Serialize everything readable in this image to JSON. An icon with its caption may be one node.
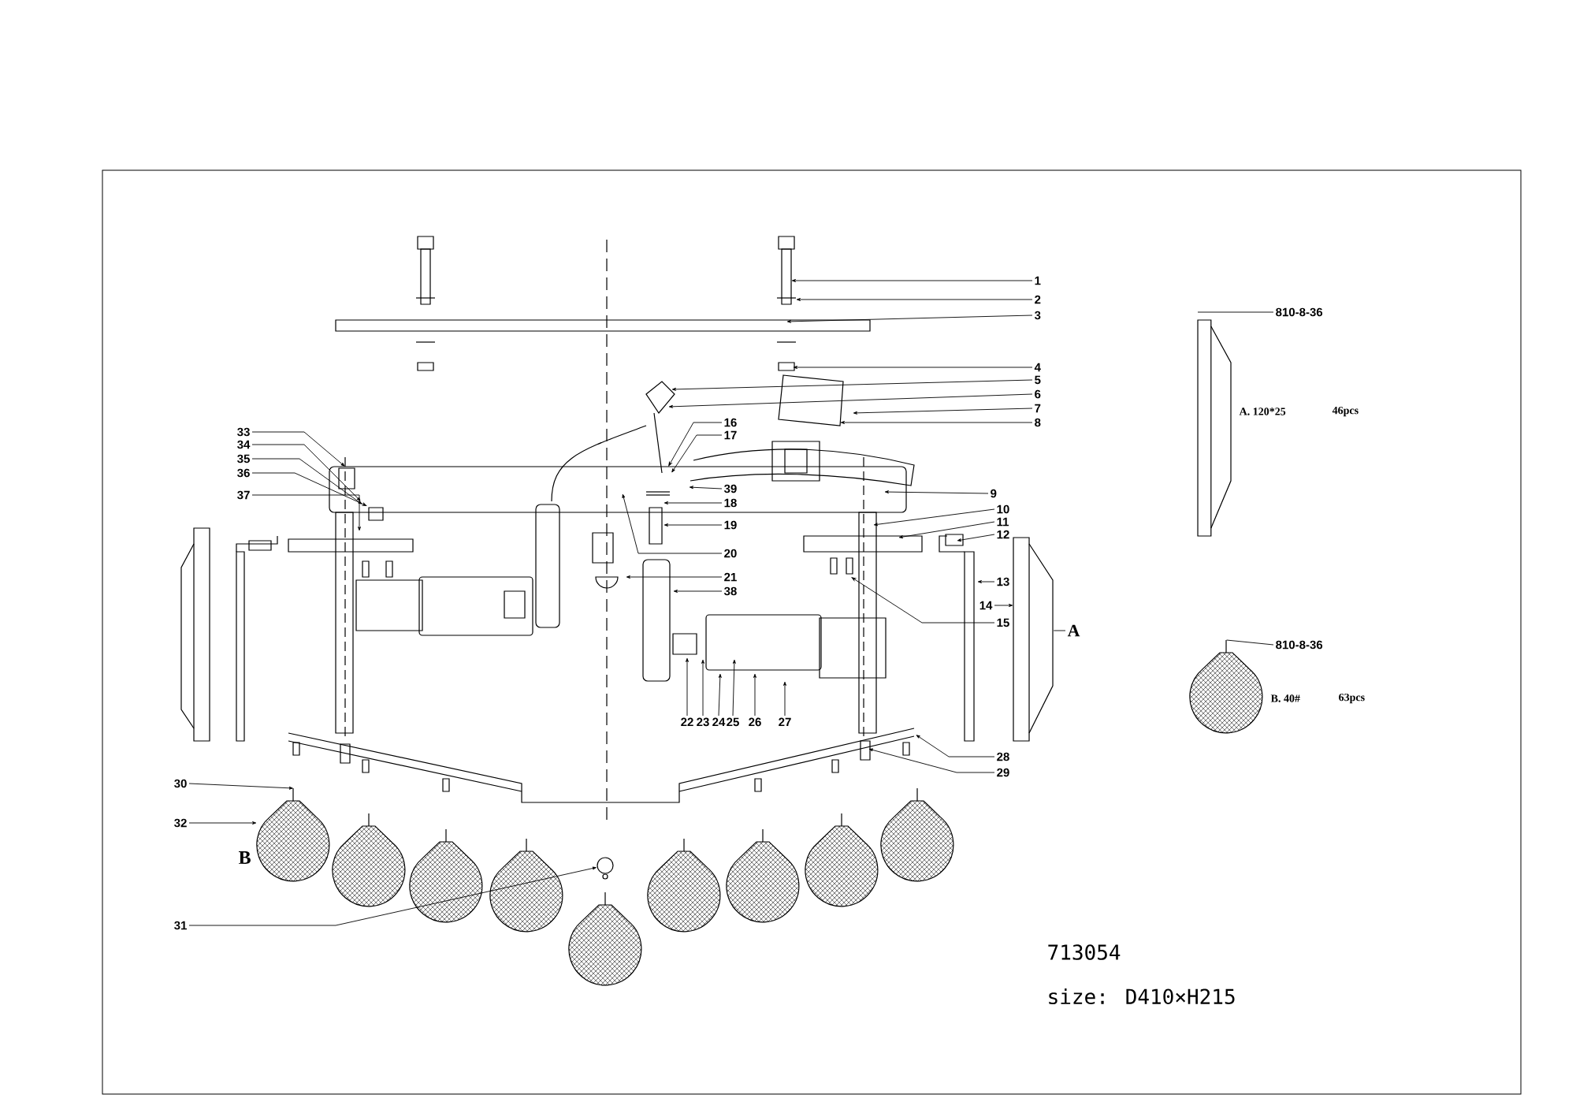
{
  "diagram": {
    "nodes": [
      {
        "text": [
          "1"
        ]
      },
      {
        "text": [
          "2"
        ]
      },
      {
        "text": [
          "3"
        ]
      },
      {
        "text": [
          "4"
        ]
      },
      {
        "text": [
          "5"
        ]
      },
      {
        "text": [
          "6"
        ]
      },
      {
        "text": [
          "7"
        ]
      },
      {
        "text": [
          "8"
        ]
      },
      {
        "text": [
          "9"
        ]
      },
      {
        "text": [
          "10"
        ]
      },
      {
        "text": [
          "11"
        ]
      },
      {
        "text": [
          "12"
        ]
      },
      {
        "text": [
          "13"
        ]
      },
      {
        "text": [
          "14"
        ]
      },
      {
        "text": [
          "15"
        ]
      },
      {
        "text": [
          "16"
        ]
      },
      {
        "text": [
          "17"
        ]
      },
      {
        "text": [
          "18"
        ]
      },
      {
        "text": [
          "19"
        ]
      },
      {
        "text": [
          "20"
        ]
      },
      {
        "text": [
          "21"
        ]
      },
      {
        "text": [
          "22"
        ]
      },
      {
        "text": [
          "23"
        ]
      },
      {
        "text": [
          "24"
        ]
      },
      {
        "text": [
          "25"
        ]
      },
      {
        "text": [
          "26"
        ]
      },
      {
        "text": [
          "27"
        ]
      },
      {
        "text": [
          "28"
        ]
      },
      {
        "text": [
          "29"
        ]
      },
      {
        "text": [
          "30"
        ]
      },
      {
        "text": [
          "31"
        ]
      },
      {
        "text": [
          "32"
        ]
      },
      {
        "text": [
          "33"
        ]
      },
      {
        "text": [
          "34"
        ]
      },
      {
        "text": [
          "35"
        ]
      },
      {
        "text": [
          "36"
        ]
      },
      {
        "text": [
          "37"
        ]
      },
      {
        "text": [
          "38"
        ]
      },
      {
        "text": [
          "39"
        ]
      },
      {
        "text": [
          "A"
        ]
      },
      {
        "text": [
          "810-8-36"
        ]
      },
      {
        "text": [
          "810-8-36"
        ]
      },
      {
        "text": [],
        "shape": "picture"
      },
      {
        "text": [],
        "shape": "picture"
      },
      {
        "text": [],
        "shape": "picture"
      },
      {
        "text": [],
        "shape": "picture"
      },
      {
        "text": [],
        "shape": "picture"
      },
      {
        "text": [],
        "shape": "picture"
      },
      {
        "text": [],
        "shape": "picture"
      },
      {
        "text": [],
        "shape": "picture"
      },
      {
        "text": [],
        "shape": "picture"
      },
      {
        "text": [],
        "shape": "picture"
      },
      {
        "text": [],
        "shape": "circle"
      },
      {
        "text": [],
        "shape": "picture"
      },
      {
        "text": [],
        "shape": "picture"
      }
    ],
    "edges": [
      {
        "from": 0,
        "to": null,
        "arrow": "to"
      },
      {
        "from": 1,
        "to": null,
        "arrow": "to"
      },
      {
        "from": 2,
        "to": null,
        "arrow": "to"
      },
      {
        "from": 3,
        "to": null,
        "arrow": "to"
      },
      {
        "from": 4,
        "to": null,
        "arrow": "to"
      },
      {
        "from": 5,
        "to": null,
        "arrow": "to"
      },
      {
        "from": 6,
        "to": null,
        "arrow": "to"
      },
      {
        "from": 7,
        "to": null,
        "arrow": "to"
      },
      {
        "from": 8,
        "to": null,
        "arrow": "to"
      },
      {
        "from": 9,
        "to": null,
        "arrow": "to"
      },
      {
        "from": 10,
        "to": null,
        "arrow": "to"
      },
      {
        "from": 11,
        "to": null,
        "arrow": "to"
      },
      {
        "from": 12,
        "to": null,
        "arrow": "to"
      },
      {
        "from": 13,
        "to": 42,
        "arrow": "to"
      },
      {
        "from": 14,
        "to": null,
        "arrow": "to"
      },
      {
        "from": 15,
        "to": null,
        "arrow": "to"
      },
      {
        "from": 16,
        "to": null,
        "arrow": "to"
      },
      {
        "from": 17,
        "to": null,
        "arrow": "to"
      },
      {
        "from": 18,
        "to": null,
        "arrow": "to"
      },
      {
        "from": 19,
        "to": null,
        "arrow": "to"
      },
      {
        "from": 20,
        "to": null,
        "arrow": "to"
      },
      {
        "from": 21,
        "to": null,
        "arrow": "to"
      },
      {
        "from": 22,
        "to": null,
        "arrow": "to"
      },
      {
        "from": 23,
        "to": null,
        "arrow": "to"
      },
      {
        "from": 24,
        "to": null,
        "arrow": "to"
      },
      {
        "from": 25,
        "to": null,
        "arrow": "to"
      },
      {
        "from": 26,
        "to": null,
        "arrow": "to"
      },
      {
        "from": 27,
        "to": null,
        "arrow": "to"
      },
      {
        "from": 28,
        "to": null,
        "arrow": "to"
      },
      {
        "from": 29,
        "to": 43,
        "arrow": "to"
      },
      {
        "from": 30,
        "to": 52,
        "arrow": "to"
      },
      {
        "from": 31,
        "to": 43,
        "arrow": "to"
      },
      {
        "from": 32,
        "to": null,
        "arrow": "to"
      },
      {
        "from": 33,
        "to": null,
        "arrow": "to"
      },
      {
        "from": 34,
        "to": null,
        "arrow": "to"
      },
      {
        "from": 35,
        "to": null,
        "arrow": "to"
      },
      {
        "from": 36,
        "to": null,
        "arrow": "to"
      },
      {
        "from": 37,
        "to": null,
        "arrow": "to"
      },
      {
        "from": 38,
        "to": null,
        "arrow": "to"
      },
      {
        "from": 39,
        "to": 42,
        "arrow": "none"
      },
      {
        "from": 40,
        "to": 53,
        "arrow": "none"
      },
      {
        "from": 41,
        "to": 54,
        "arrow": "none"
      }
    ],
    "labels": [
      "B",
      "A. 120*25",
      "46pcs",
      "B. 40#",
      "63pcs",
      "713054",
      "size: D410×H215"
    ]
  }
}
